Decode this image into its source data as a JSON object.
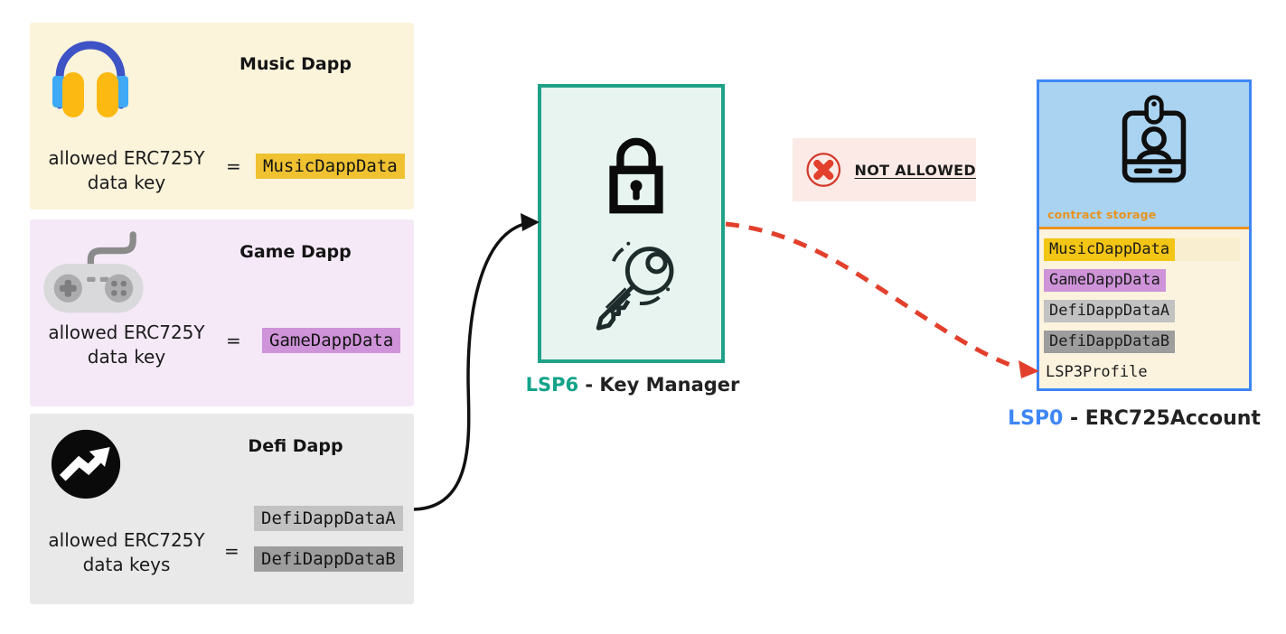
{
  "colors": {
    "music_card_bg": "#FBF4DB",
    "music_highlight": "#F0C231",
    "game_card_bg": "#F5E9F8",
    "game_highlight": "#CE93D8",
    "defi_card_bg": "#E9E9E9",
    "defi_highlight_a": "#C2C2C2",
    "defi_highlight_b": "#9D9D9D",
    "key_manager_bg": "#E7F4F0",
    "key_manager_border": "#1FA287",
    "lsp6_accent": "#13A389",
    "not_allowed_bg": "#FBEAE6",
    "alert_red": "#E2402C",
    "account_border": "#3E86F5",
    "account_top_bg": "#A9D3F1",
    "account_storage_bg": "#FCF3DF",
    "storage_orange": "#E8941F",
    "lsp0_accent": "#3E86F5"
  },
  "icons": {
    "music": "headphones-icon",
    "game": "gamepad-icon",
    "defi": "trending-up-icon",
    "key_manager": [
      "padlock-icon",
      "key-icon"
    ],
    "not_allowed": "x-circle-icon",
    "account": "id-badge-icon"
  },
  "dapp_cards": [
    {
      "title": "Music Dapp",
      "allowed_line1": "allowed ERC725Y",
      "allowed_line2": "data key",
      "equals": "=",
      "data_keys": [
        "MusicDappData"
      ]
    },
    {
      "title": "Game Dapp",
      "allowed_line1": "allowed ERC725Y",
      "allowed_line2": "data key",
      "equals": "=",
      "data_keys": [
        "GameDappData"
      ]
    },
    {
      "title": "Defi Dapp",
      "allowed_line1": "allowed ERC725Y",
      "allowed_line2": "data keys",
      "equals": "=",
      "data_keys": [
        "DefiDappDataA",
        "DefiDappDataB"
      ]
    }
  ],
  "key_manager": {
    "prefix": "LSP6",
    "rest": " - Key Manager"
  },
  "not_allowed": {
    "label": "NOT ALLOWED"
  },
  "account": {
    "prefix": "LSP0",
    "rest": " - ERC725Account",
    "storage_header": "contract storage",
    "storage_keys": [
      "MusicDappData",
      "GameDappData",
      "DefiDappDataA",
      "DefiDappDataB",
      "LSP3Profile"
    ]
  }
}
